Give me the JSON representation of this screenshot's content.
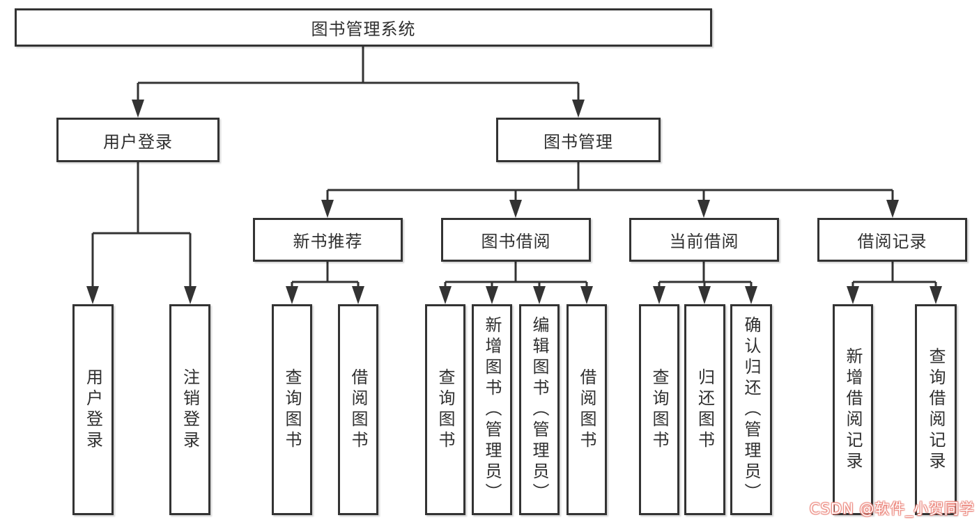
{
  "colors": {
    "line": "#333333",
    "box_border": "#333333",
    "text": "#2f2f2f",
    "background": "#ffffff",
    "watermark_halo": "#eb8278"
  },
  "tree": {
    "label": "图书管理系统",
    "children": [
      {
        "label": "用户登录",
        "children": [
          {
            "label": "用户登录"
          },
          {
            "label": "注销登录"
          }
        ]
      },
      {
        "label": "图书管理",
        "children": [
          {
            "label": "新书推荐",
            "children": [
              {
                "label": "查询图书"
              },
              {
                "label": "借阅图书"
              }
            ]
          },
          {
            "label": "图书借阅",
            "children": [
              {
                "label": "查询图书"
              },
              {
                "label": "新增图书（管理员）"
              },
              {
                "label": "编辑图书（管理员）"
              },
              {
                "label": "借阅图书"
              }
            ]
          },
          {
            "label": "当前借阅",
            "children": [
              {
                "label": "查询图书"
              },
              {
                "label": "归还图书"
              },
              {
                "label": "确认归还（管理员）"
              }
            ]
          },
          {
            "label": "借阅记录",
            "children": [
              {
                "label": "新增借阅记录"
              },
              {
                "label": "查询借阅记录"
              }
            ]
          }
        ]
      }
    ]
  },
  "watermark": {
    "text": "CSDN @软件_小贺同学"
  }
}
